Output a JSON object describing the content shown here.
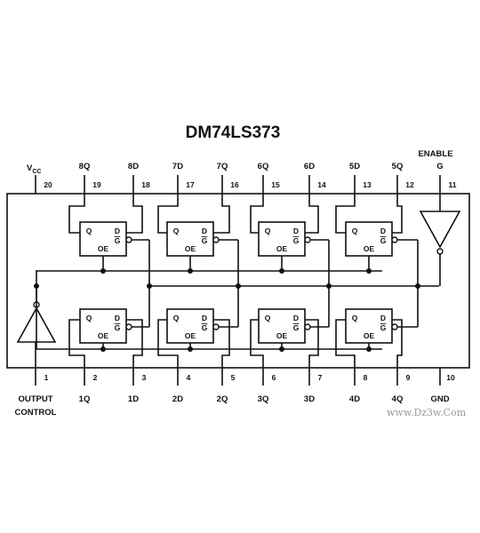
{
  "title": "DM74LS373",
  "vcc": "V",
  "vcc_sub": "CC",
  "enable_label": "ENABLE",
  "watermark": "www.Dz3w.Com",
  "top_pins": [
    {
      "label": "",
      "num": "20"
    },
    {
      "label": "8Q",
      "num": "19"
    },
    {
      "label": "8D",
      "num": "18"
    },
    {
      "label": "7D",
      "num": "17"
    },
    {
      "label": "7Q",
      "num": "16"
    },
    {
      "label": "6Q",
      "num": "15"
    },
    {
      "label": "6D",
      "num": "14"
    },
    {
      "label": "5D",
      "num": "13"
    },
    {
      "label": "5Q",
      "num": "12"
    },
    {
      "label": "G",
      "num": "11"
    }
  ],
  "bottom_pins": [
    {
      "label": "OUTPUT",
      "label2": "CONTROL",
      "num": "1"
    },
    {
      "label": "1Q",
      "num": "2"
    },
    {
      "label": "1D",
      "num": "3"
    },
    {
      "label": "2D",
      "num": "4"
    },
    {
      "label": "2Q",
      "num": "5"
    },
    {
      "label": "3Q",
      "num": "6"
    },
    {
      "label": "3D",
      "num": "7"
    },
    {
      "label": "4D",
      "num": "8"
    },
    {
      "label": "4Q",
      "num": "9"
    },
    {
      "label": "GND",
      "num": "10"
    }
  ],
  "latch": {
    "q": "Q",
    "d": "D",
    "g": "G",
    "oe": "OE"
  }
}
